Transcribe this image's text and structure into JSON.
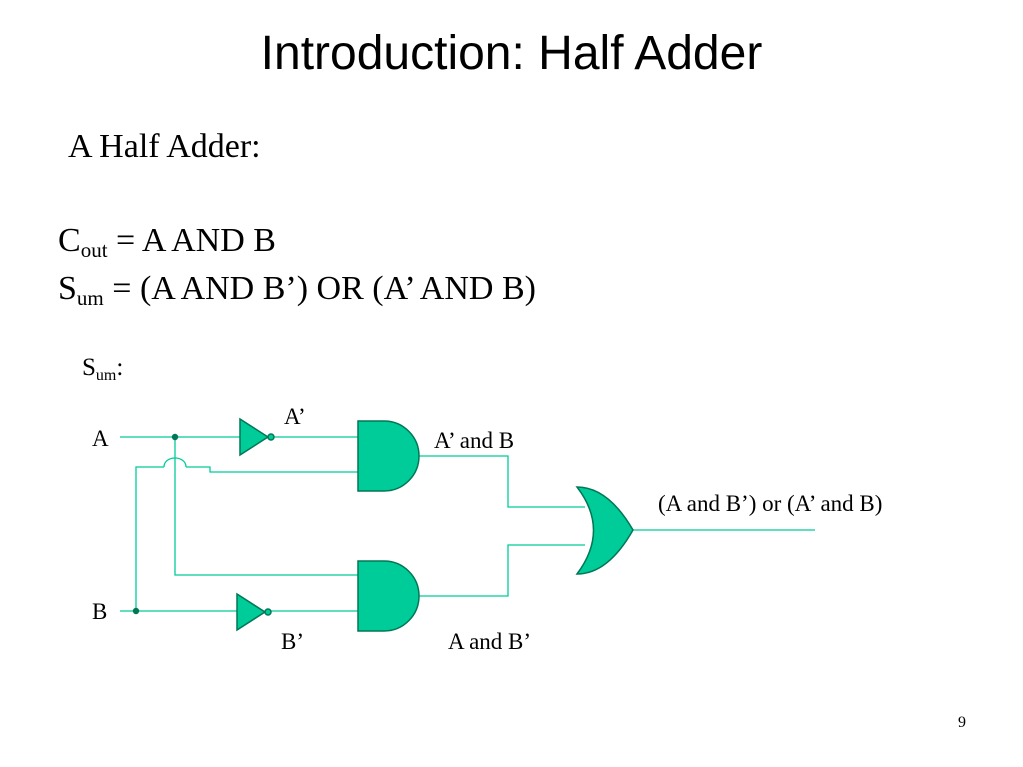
{
  "slide": {
    "title": "Introduction: Half Adder",
    "subtitle": "A Half Adder:",
    "equations": {
      "cout": {
        "var": "C",
        "sub": "out",
        "expr": " = A AND B"
      },
      "sum": {
        "var": "S",
        "sub": "um",
        "expr": " = (A AND B’) OR (A’ AND B)"
      }
    },
    "sum_label": {
      "var": "S",
      "sub": "um",
      "suffix": ":"
    },
    "page_number": "9"
  },
  "diagram": {
    "labels": {
      "input_a": "A",
      "input_b": "B",
      "not_a": "A’",
      "not_b": "B’",
      "and_top_out": "A’ and B",
      "and_bottom_out": "A and B’",
      "or_out": "(A and B’) or (A’ and B)"
    },
    "colors": {
      "gate_fill": "#00cc99",
      "gate_stroke": "#007755",
      "wire": "#00cc99",
      "junction": "#007755"
    },
    "gates": [
      {
        "type": "NOT",
        "input": "A",
        "output": "A’"
      },
      {
        "type": "NOT",
        "input": "B",
        "output": "B’"
      },
      {
        "type": "AND",
        "inputs": [
          "A’",
          "B"
        ],
        "output": "A’ and B"
      },
      {
        "type": "AND",
        "inputs": [
          "A",
          "B’"
        ],
        "output": "A and B’"
      },
      {
        "type": "OR",
        "inputs": [
          "A’ and B",
          "A and B’"
        ],
        "output": "(A and B’) or (A’ and B)"
      }
    ]
  }
}
